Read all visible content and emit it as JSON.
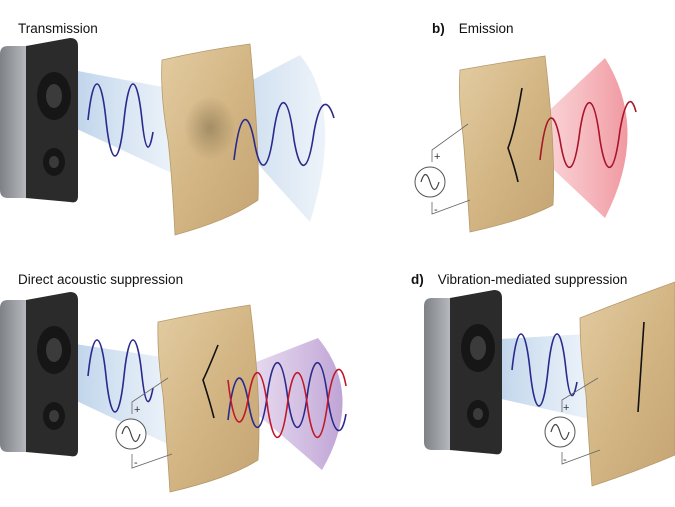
{
  "panels": {
    "a": {
      "letter": "",
      "title": "Transmission"
    },
    "b": {
      "letter": "b)",
      "title": "Emission"
    },
    "c": {
      "letter": "",
      "title": "Direct acoustic suppression"
    },
    "d": {
      "letter": "d)",
      "title": "Vibration-mediated suppression"
    }
  },
  "source_signs": {
    "plus": "+",
    "minus": "-"
  },
  "colors": {
    "incident_wave": "#2a2a8c",
    "emitted_wave": "#c0182a",
    "transmitted_beam": "#c9dcef",
    "emitted_beam": "#f4a8ae",
    "suppression_beam": "#c9b3dc",
    "fabric": "#d6bb8c",
    "speaker_body": "#8e9297",
    "speaker_face": "#262626"
  },
  "icons": [
    "speaker-icon",
    "ac-source-icon",
    "fabric-panel-icon",
    "wave-icon"
  ]
}
